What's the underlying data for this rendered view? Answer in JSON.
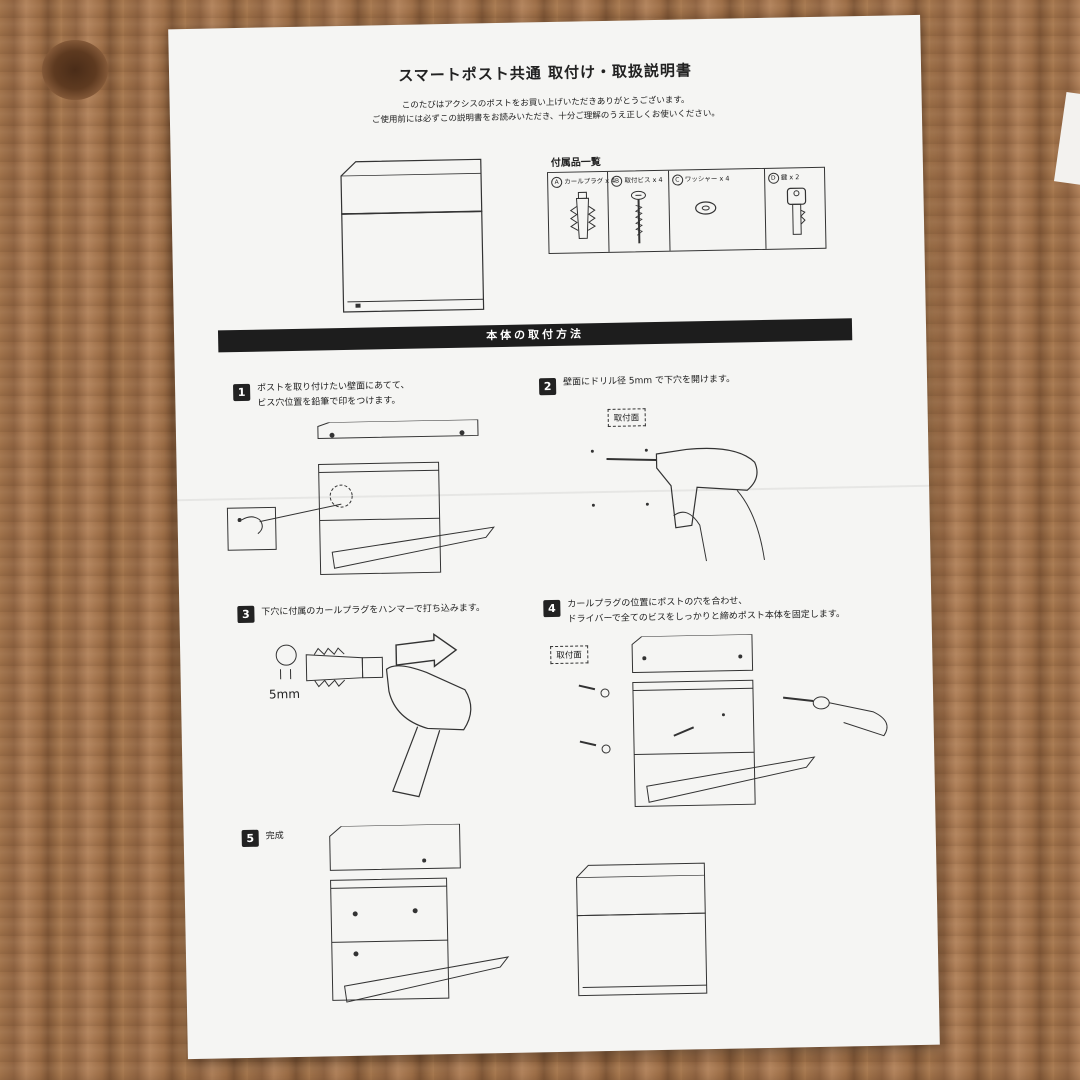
{
  "title": "スマートポスト共通 取付け・取扱説明書",
  "intro": {
    "line1": "このたびはアクシスのポストをお買い上げいただきありがとうございます。",
    "line2": "ご使用前には必ずこの説明書をお読みいただき、十分ご理解のうえ正しくお使いください。"
  },
  "accessories": {
    "title": "付属品一覧",
    "items": [
      {
        "letter": "A",
        "label": "カールプラグ x 4",
        "icon": "wall-plug-icon"
      },
      {
        "letter": "B",
        "label": "取付ビス x 4",
        "icon": "screw-icon"
      },
      {
        "letter": "C",
        "label": "ワッシャー x 4",
        "icon": "washer-icon"
      },
      {
        "letter": "D",
        "label": "鍵 x 2",
        "icon": "key-icon"
      }
    ]
  },
  "section_title": "本体の取付方法",
  "steps": [
    {
      "num": "1",
      "line1": "ポストを取り付けたい壁面にあてて、",
      "line2": "ビス穴位置を鉛筆で印をつけます。"
    },
    {
      "num": "2",
      "line1": "壁面にドリル径 5mm で下穴を開けます。",
      "line2": ""
    },
    {
      "num": "3",
      "line1": "下穴に付属のカールプラグをハンマーで打ち込みます。",
      "line2": ""
    },
    {
      "num": "4",
      "line1": "カールプラグの位置にポストの穴を合わせ、",
      "line2": "ドライバーで全てのビスをしっかりと締めポスト本体を固定します。"
    },
    {
      "num": "5",
      "line1": "完成",
      "line2": ""
    }
  ],
  "tags": {
    "mount_surface": "取付面"
  },
  "drill_size": "5mm"
}
